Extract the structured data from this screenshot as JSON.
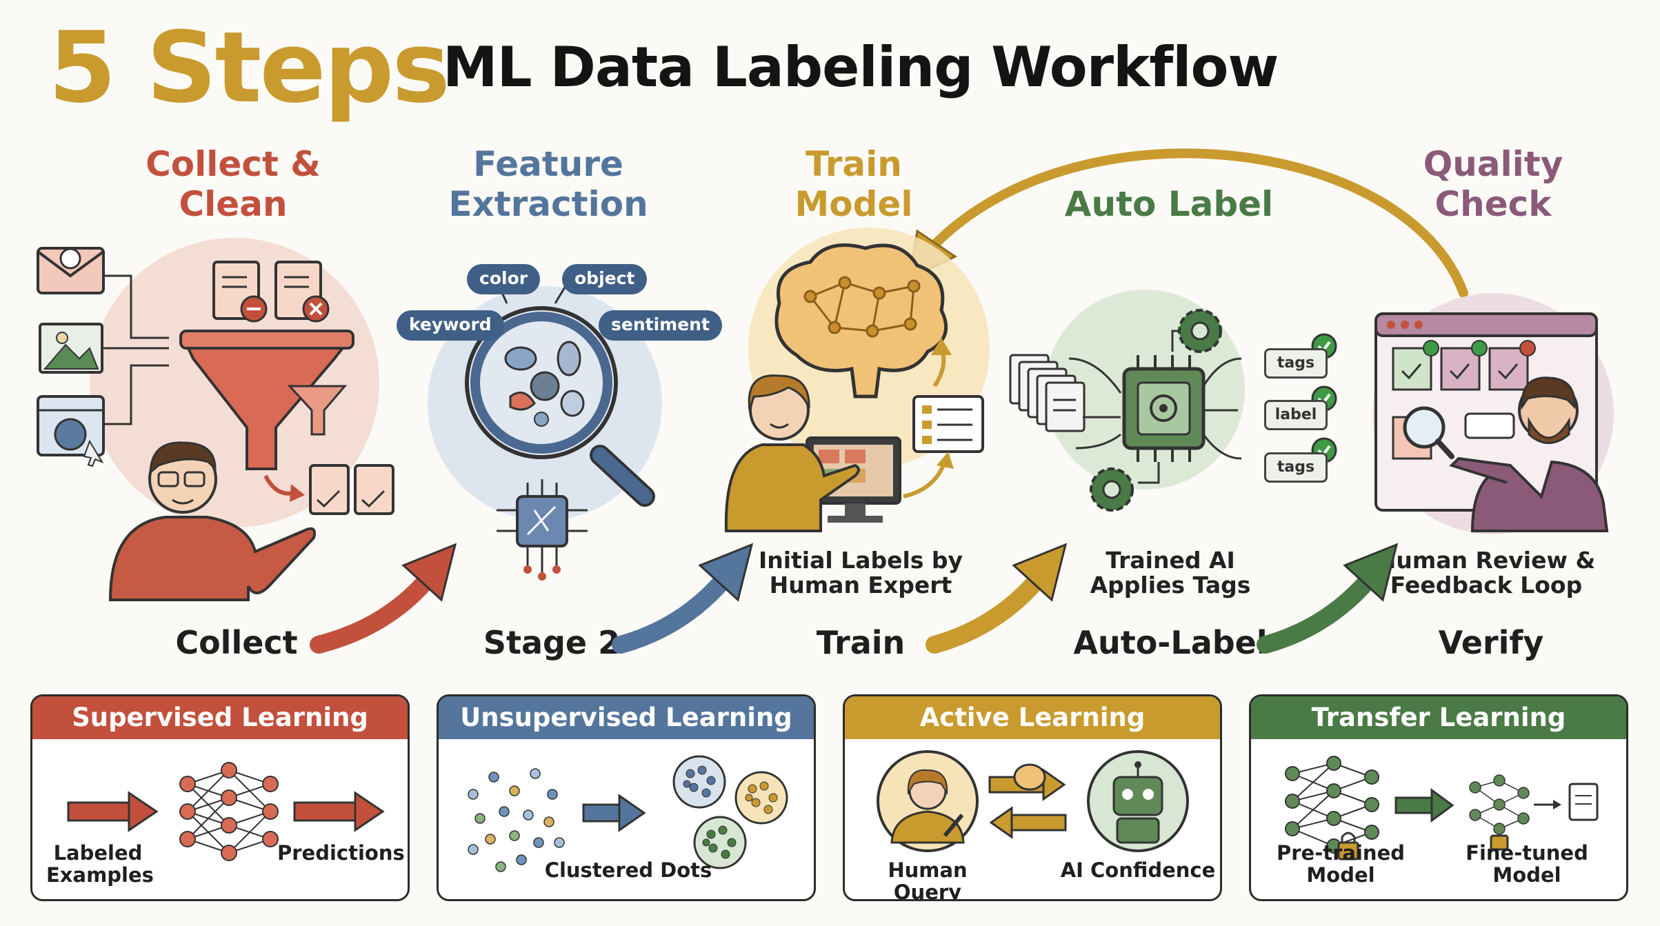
{
  "header": {
    "big": "5 Steps",
    "title": "ML Data Labeling Workflow"
  },
  "colors": {
    "red": "#c2503d",
    "blue": "#54759c",
    "gold": "#c99a2e",
    "green": "#4a7a45",
    "purple": "#8a5a78"
  },
  "steps": [
    {
      "title_lines": [
        "Collect &",
        "Clean"
      ],
      "label": "Collect"
    },
    {
      "title_lines": [
        "Feature",
        "Extraction"
      ],
      "label": "Stage 2",
      "pills": [
        "color",
        "object",
        "keyword",
        "sentiment"
      ]
    },
    {
      "title_lines": [
        "Train",
        "Model"
      ],
      "label": "Train",
      "caption_lines": [
        "Initial Labels by",
        "Human Expert"
      ]
    },
    {
      "title_lines": [
        "Auto Label"
      ],
      "label": "Auto-Label",
      "caption_lines": [
        "Trained AI",
        "Applies Tags"
      ],
      "tags": [
        "tags",
        "label",
        "tags"
      ]
    },
    {
      "title_lines": [
        "Quality",
        "Check"
      ],
      "label": "Verify",
      "caption_lines": [
        "Human Review &",
        "Feedback Loop"
      ]
    }
  ],
  "boxes": [
    {
      "title": "Supervised Learning",
      "labels": [
        [
          "Labeled",
          "Examples"
        ],
        [
          "Predictions"
        ]
      ]
    },
    {
      "title": "Unsupervised Learning",
      "labels": [
        [
          "Clustered Dots"
        ]
      ]
    },
    {
      "title": "Active Learning",
      "labels": [
        [
          "Human Query"
        ],
        [
          "AI Confidence"
        ]
      ]
    },
    {
      "title": "Transfer Learning",
      "labels": [
        [
          "Pre-trained",
          "Model"
        ],
        [
          "Fine-tuned",
          "Model"
        ]
      ]
    }
  ]
}
